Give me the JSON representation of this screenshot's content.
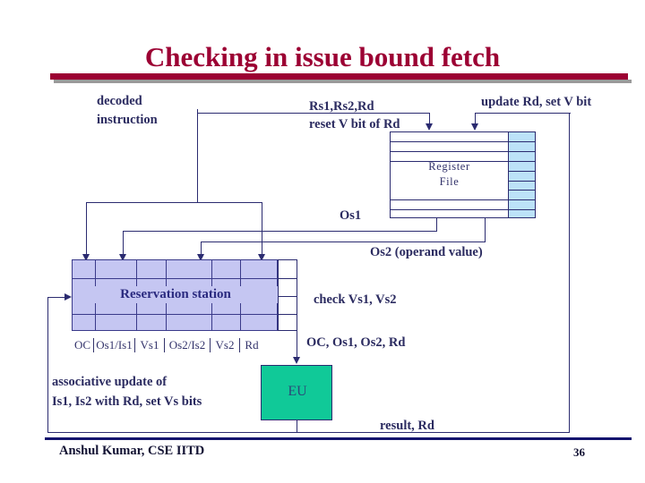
{
  "slide": {
    "title": "Checking in issue bound fetch",
    "accent_color": "#9C0033",
    "text_color": "#2B2B60",
    "line_color": "#2B2B70"
  },
  "labels": {
    "decoded_instruction_line1": "decoded",
    "decoded_instruction_line2": "instruction",
    "rs_rd_line1": "Rs1,Rs2,Rd",
    "rs_rd_line2": "reset V bit of Rd",
    "update_rd": "update Rd, set V bit",
    "os1": "Os1",
    "os2": "Os2 (operand value)",
    "check_vs": "check Vs1, Vs2",
    "oc_os1_os2_rd": "OC, Os1, Os2, Rd",
    "assoc_line1": "associative update of",
    "assoc_line2": "Is1, Is2 with Rd, set Vs bits",
    "result_rd": "result, Rd"
  },
  "register_file": {
    "label_line1": "Register",
    "label_line2": "File",
    "rows": 9,
    "valid_bit_color": "#BCE2F8",
    "fill": "#ffffff"
  },
  "reservation_station": {
    "title": "Reservation station",
    "rows": 4,
    "fill": "#C5C6F2",
    "columns": [
      "OC",
      "Os1/Is1",
      "Vs1",
      "Os2/Is2",
      "Vs2",
      "Rd"
    ]
  },
  "execution_unit": {
    "label": "EU",
    "fill": "#10C998"
  },
  "footer": {
    "author": "Anshul Kumar, CSE IITD",
    "page_number": "36"
  }
}
